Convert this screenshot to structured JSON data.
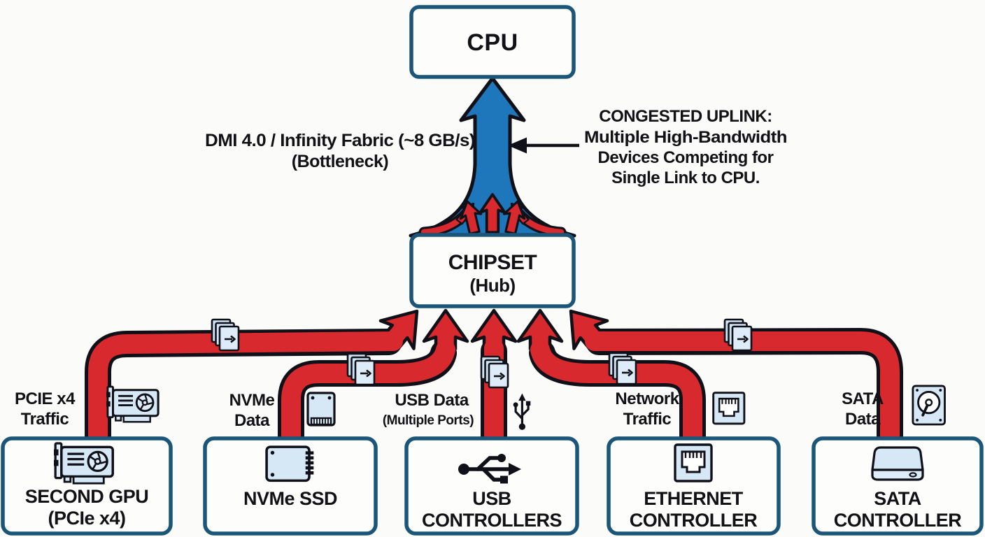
{
  "diagram": {
    "cpu": {
      "label": "CPU"
    },
    "chipset": {
      "label": "CHIPSET",
      "sublabel": "(Hub)"
    },
    "uplink": {
      "label_line1": "DMI 4.0 / Infinity Fabric (~8 GB/s)",
      "label_line2": "(Bottleneck)"
    },
    "annotation": {
      "line1": "CONGESTED UPLINK:",
      "line2": "Multiple High-Bandwidth",
      "line3": "Devices Competing for",
      "line4": "Single Link to CPU."
    },
    "devices": [
      {
        "icon": "gpu-card-icon",
        "flow_line1": "PCIE x4",
        "flow_line2": "Traffic",
        "name_line1": "SECOND GPU",
        "name_line2": "(PCIe x4)"
      },
      {
        "icon": "ssd-icon",
        "flow_line1": "NVMe",
        "flow_line2": "Data",
        "name_line1": "NVMe SSD",
        "name_line2": ""
      },
      {
        "icon": "usb-icon",
        "flow_line1": "USB Data",
        "flow_line2": "(Multiple Ports)",
        "name_line1": "USB",
        "name_line2": "CONTROLLERS"
      },
      {
        "icon": "ethernet-port-icon",
        "flow_line1": "Network",
        "flow_line2": "Traffic",
        "name_line1": "ETHERNET",
        "name_line2": "CONTROLLER"
      },
      {
        "icon": "hard-disk-icon",
        "flow_line1": "SATA",
        "flow_line2": "Data",
        "name_line1": "SATA",
        "name_line2": "CONTROLLER"
      }
    ],
    "colors": {
      "traffic_red": "#d7292e",
      "uplink_blue": "#1e76bb",
      "box_border": "#1b5578",
      "icon_fill": "#d6e8f5",
      "outline": "#101018",
      "background": "#fbfbf9"
    }
  }
}
